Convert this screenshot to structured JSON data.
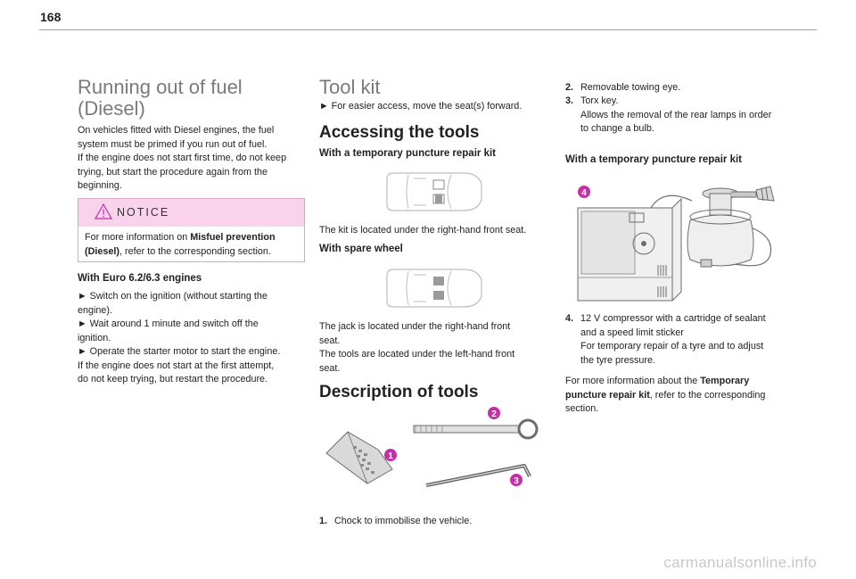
{
  "page": {
    "number": "168",
    "watermark": "carmanualsonline.info"
  },
  "col1": {
    "title_line1": "Running out of fuel",
    "title_line2": "(Diesel)",
    "intro": [
      "On vehicles fitted with Diesel engines, the fuel",
      "system must be primed if you run out of fuel.",
      "If the engine does not start first time, do not keep",
      "trying, but start the procedure again from the",
      "beginning."
    ],
    "notice": {
      "title": "NOTICE",
      "line1_pre": "For more information on ",
      "line1_bold": "Misfuel prevention",
      "line2_bold": "(Diesel)",
      "line2_post": ", refer to the corresponding section."
    },
    "engines_heading": "With Euro 6.2/6.3 engines",
    "steps": [
      "► Switch on the ignition (without starting the",
      "engine).",
      "► Wait around 1 minute and switch off the",
      "ignition.",
      "► Operate the starter motor to start the engine.",
      "If the engine does not start at the first attempt,",
      "do not keep trying, but restart the procedure."
    ]
  },
  "col2": {
    "title": "Tool kit",
    "access_tip": "► For easier access, move the seat(s) forward.",
    "accessing_heading": "Accessing the tools",
    "repair_kit_heading": "With a temporary puncture repair kit",
    "repair_kit_text": "The kit is located under the right-hand front seat.",
    "spare_heading": "With spare wheel",
    "spare_text": [
      "The jack is located under the right-hand front",
      "seat.",
      "The tools are located under the left-hand front",
      "seat."
    ],
    "description_heading": "Description of tools",
    "item1_num": "1.",
    "item1_text": "Chock to immobilise the vehicle.",
    "badges": [
      "1",
      "2",
      "3"
    ]
  },
  "col3": {
    "item2_num": "2.",
    "item2_text": "Removable towing eye.",
    "item3_num": "3.",
    "item3_text": "Torx key.",
    "item3_desc": [
      "Allows the removal of the rear lamps in order",
      "to change a bulb."
    ],
    "repair_heading": "With a temporary puncture repair kit",
    "badge4": "4",
    "item4_num": "4.",
    "item4_lines": [
      "12 V compressor with a cartridge of sealant",
      "and a speed limit sticker",
      "For temporary repair of a tyre and to adjust",
      "the tyre pressure."
    ],
    "more_pre": "For more information about the ",
    "more_bold": "Temporary",
    "more_bold2": "puncture repair kit",
    "more_post": ", refer to the corresponding",
    "more_end": "section."
  },
  "colors": {
    "accent": "#c62fa9",
    "notice_bg": "#f8d3ea",
    "heading_grey": "#7a7a7a"
  }
}
